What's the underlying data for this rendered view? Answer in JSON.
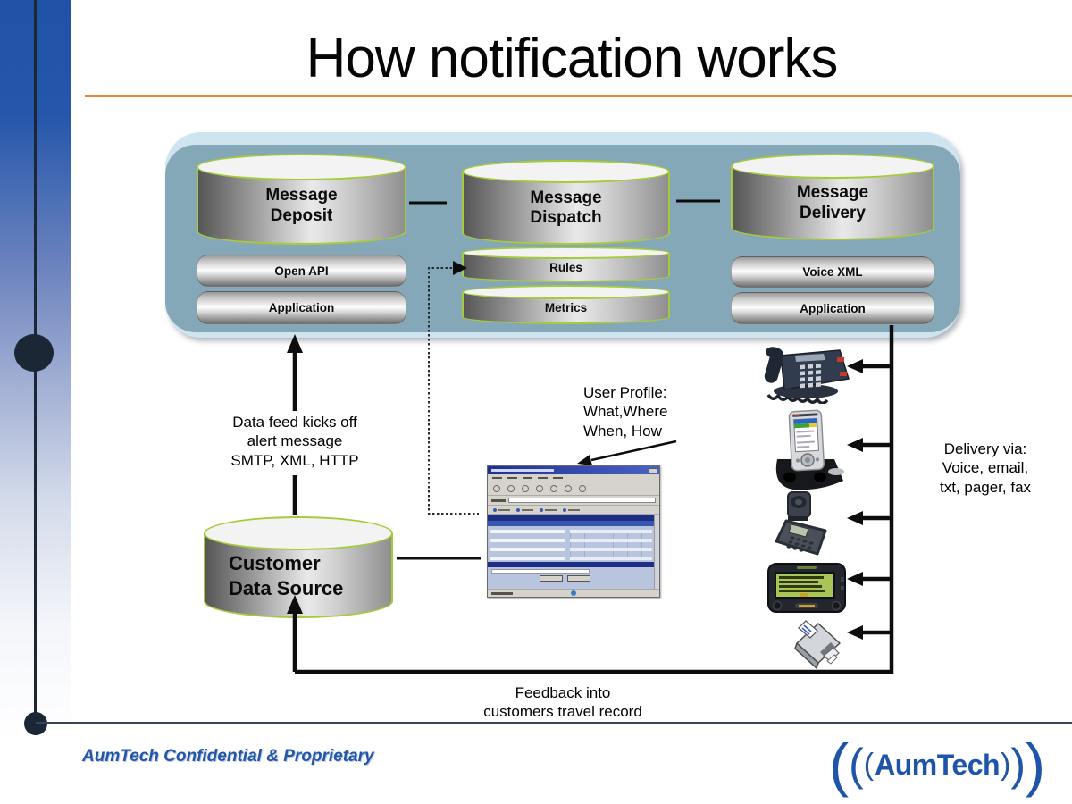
{
  "slide": {
    "title": "How notification works",
    "footer_text": "AumTech Confidential & Proprietary",
    "logo": {
      "text": "AumTech",
      "open1": "(",
      "open2": "(",
      "open3": "(",
      "close1": ")",
      "close2": ")",
      "close3": ")"
    }
  },
  "platform": {
    "columns": [
      {
        "name": "message-deposit",
        "cylinder_label": "Message\nDeposit",
        "items": [
          "Open API",
          "Application"
        ]
      },
      {
        "name": "message-dispatch",
        "cylinder_label": "Message\nDispatch",
        "items": [
          "Rules",
          "Metrics"
        ]
      },
      {
        "name": "message-delivery",
        "cylinder_label": "Message\nDelivery",
        "items": [
          "Voice XML",
          "Application"
        ]
      }
    ]
  },
  "nodes": {
    "customer_data_source": "Customer\nData Source"
  },
  "annotations": {
    "data_feed": "Data feed kicks off\nalert message\nSMTP, XML, HTTP",
    "user_profile": "User Profile:\nWhat,Where\nWhen, How",
    "delivery_via": "Delivery via:\nVoice, email,\ntxt, pager, fax",
    "feedback": "Feedback into\ncustomers travel record"
  },
  "devices": [
    {
      "icon": "desk-phone-icon"
    },
    {
      "icon": "pda-icon"
    },
    {
      "icon": "cell-phone-icon"
    },
    {
      "icon": "pager-icon"
    },
    {
      "icon": "fax-machine-icon"
    }
  ],
  "colors": {
    "accent_orange": "#ec8b2d",
    "platform_highlight": "#cee5f0",
    "platform_body": "#85a8b8",
    "cylinder_outline": "#a6ca3a",
    "footer_blue": "#2257a8",
    "sidebar_blue": "#2052a8",
    "line_dark": "#1c2736"
  }
}
